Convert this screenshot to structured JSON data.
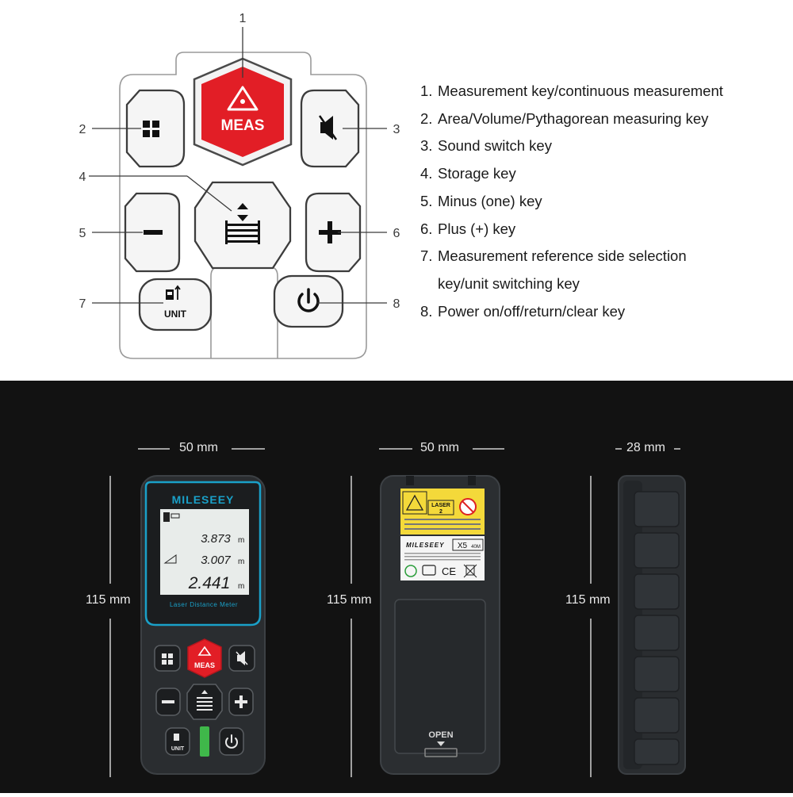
{
  "keypad": {
    "callouts": [
      "1",
      "2",
      "3",
      "4",
      "5",
      "6",
      "7",
      "8"
    ],
    "meas_label": "MEAS",
    "unit_label": "UNIT"
  },
  "legend": [
    {
      "num": "1.",
      "text": "Measurement key/continuous measurement"
    },
    {
      "num": "2.",
      "text": "Area/Volume/Pythagorean measuring key"
    },
    {
      "num": "3.",
      "text": "Sound switch key"
    },
    {
      "num": "4.",
      "text": "Storage key"
    },
    {
      "num": "5.",
      "text": "Minus (one) key"
    },
    {
      "num": "6.",
      "text": "Plus (+) key"
    },
    {
      "num": "7.",
      "text": "Measurement reference side selection"
    },
    {
      "num": "",
      "text": "key/unit switching key"
    },
    {
      "num": "8.",
      "text": "Power on/off/return/clear key"
    }
  ],
  "dimensions": {
    "front_width": "50 mm",
    "back_width": "50 mm",
    "side_width": "28 mm",
    "front_height": "115 mm",
    "back_height": "115 mm",
    "side_height": "115 mm"
  },
  "device": {
    "brand": "MILESEEY",
    "screen_line1": "3.873",
    "screen_line2": "3.007",
    "screen_line3": "2.441",
    "screen_unit": "m",
    "screen_caption": "Laser Distance Meter",
    "meas_label": "MEAS",
    "unit_label": "UNIT",
    "laser_label": "LASER",
    "laser_class": "2",
    "back_brand": "MILESEEY",
    "model": "X5",
    "model_range": "40M",
    "ce_mark": "CE",
    "open_label": "OPEN"
  },
  "colors": {
    "accent_red": "#e21e26",
    "device_blue": "#1aa0c8",
    "lcd": "#e8ecea",
    "warning_yellow": "#f4d93a"
  }
}
